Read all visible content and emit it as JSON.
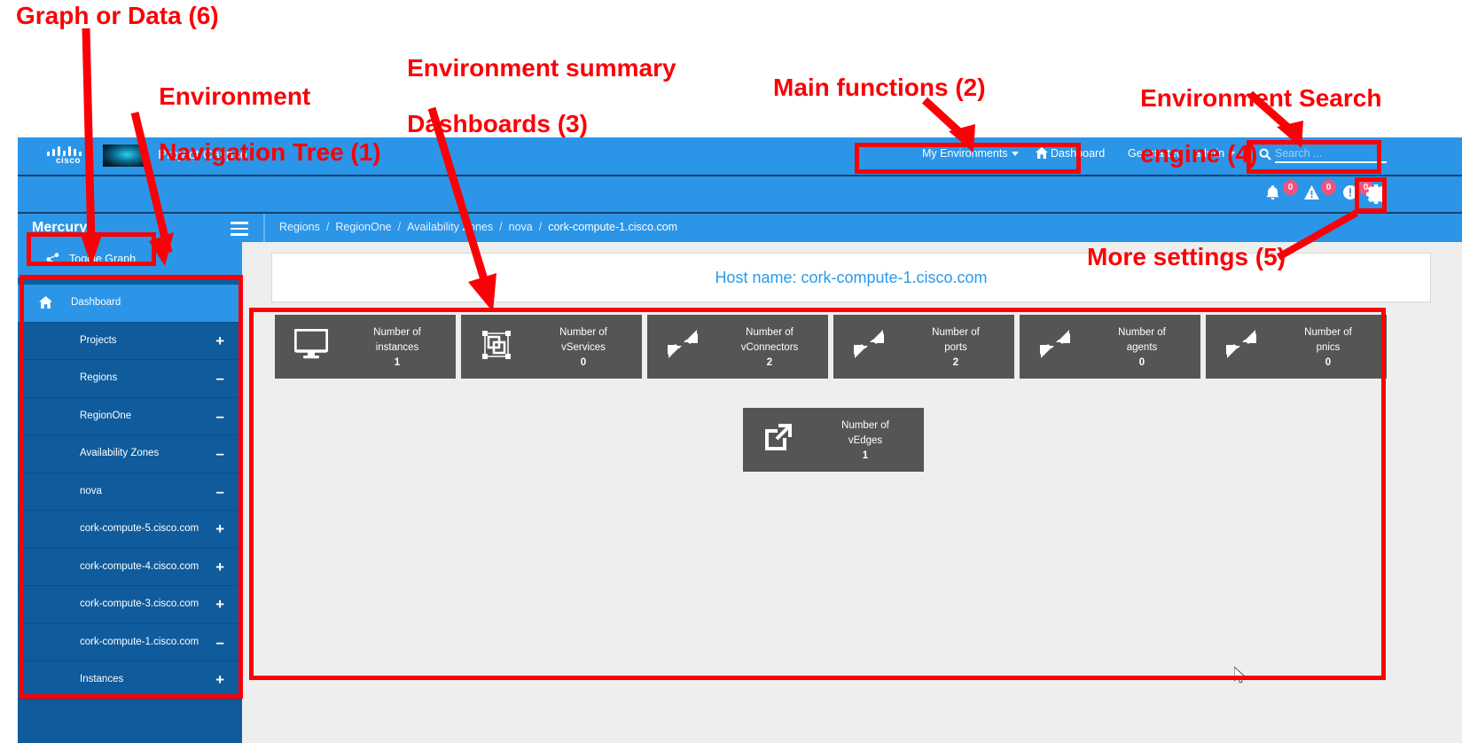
{
  "annotations": [
    {
      "id": "graph-or-data",
      "text": "Graph or Data (6)"
    },
    {
      "id": "nav-tree",
      "line1": "Environment",
      "line2": "Navigation Tree (1)"
    },
    {
      "id": "dashboards",
      "line1": "Environment summary",
      "line2": "Dashboards (3)"
    },
    {
      "id": "main-functions",
      "text": "Main functions (2)"
    },
    {
      "id": "search-engine",
      "line1": "Environment Search",
      "line2": "engine (4)"
    },
    {
      "id": "more-settings",
      "text": "More settings (5)"
    }
  ],
  "brand": {
    "logo_name": "cisco-logo",
    "word": "cisco",
    "title": "Project Calipso"
  },
  "topnav": {
    "my_environments": "My Environments",
    "dashboard": "Dashboard",
    "get_started": "Get started",
    "admin": "admin"
  },
  "search": {
    "placeholder": "Search ...",
    "value": ""
  },
  "alerts": [
    {
      "icon": "bell-icon",
      "count": "0"
    },
    {
      "icon": "warning-icon",
      "count": "0"
    },
    {
      "icon": "info-icon",
      "count": "0"
    }
  ],
  "settings_icon": "gear-icon",
  "environment": {
    "name": "Mercury"
  },
  "breadcrumb": [
    "Regions",
    "RegionOne",
    "Availability Zones",
    "nova",
    "cork-compute-1.cisco.com"
  ],
  "sidebar": {
    "toggle_graph": "Toggle Graph",
    "items": [
      {
        "label": "Dashboard",
        "indent": 0,
        "state": "",
        "icon": "home-icon",
        "active": true
      },
      {
        "label": "Projects",
        "indent": 1,
        "state": "+",
        "icon": "node-icon",
        "active": false
      },
      {
        "label": "Regions",
        "indent": 1,
        "state": "–",
        "icon": "node-icon",
        "active": false
      },
      {
        "label": "RegionOne",
        "indent": 1,
        "state": "–",
        "icon": "node-icon",
        "active": false
      },
      {
        "label": "Availability Zones",
        "indent": 1,
        "state": "–",
        "icon": "node-icon",
        "active": false
      },
      {
        "label": "nova",
        "indent": 1,
        "state": "–",
        "icon": "node-icon",
        "active": false
      },
      {
        "label": "cork-compute-5.cisco.com",
        "indent": 1,
        "state": "+",
        "icon": "node-icon",
        "active": false
      },
      {
        "label": "cork-compute-4.cisco.com",
        "indent": 1,
        "state": "+",
        "icon": "node-icon",
        "active": false
      },
      {
        "label": "cork-compute-3.cisco.com",
        "indent": 1,
        "state": "+",
        "icon": "node-icon",
        "active": false
      },
      {
        "label": "cork-compute-1.cisco.com",
        "indent": 1,
        "state": "–",
        "icon": "node-icon",
        "active": false
      },
      {
        "label": "Instances",
        "indent": 1,
        "state": "+",
        "icon": "node-icon",
        "active": false
      }
    ]
  },
  "main": {
    "host_name": "Host name: cork-compute-1.cisco.com",
    "cards": [
      {
        "line1": "Number of",
        "line2": "instances",
        "value": "1",
        "icon": "monitor-icon"
      },
      {
        "line1": "Number of",
        "line2": "vServices",
        "value": "0",
        "icon": "vservice-icon"
      },
      {
        "line1": "Number of",
        "line2": "vConnectors",
        "value": "2",
        "icon": "compress-icon"
      },
      {
        "line1": "Number of",
        "line2": "ports",
        "value": "2",
        "icon": "compress-icon"
      },
      {
        "line1": "Number of",
        "line2": "agents",
        "value": "0",
        "icon": "compress-icon"
      },
      {
        "line1": "Number of",
        "line2": "pnics",
        "value": "0",
        "icon": "compress-icon"
      },
      {
        "line1": "Number of",
        "line2": "vEdges",
        "value": "1",
        "icon": "external-link-icon"
      }
    ]
  },
  "colors": {
    "brand_blue": "#2b95e8",
    "sidebar_blue": "#0f5b9c",
    "card_gray": "#555555",
    "badge_pink": "#f2527f",
    "annotation_red": "#fb0007",
    "link_blue": "#2b9ae8"
  }
}
